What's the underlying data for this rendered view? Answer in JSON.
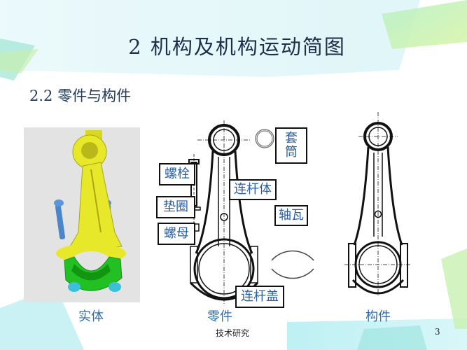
{
  "slide": {
    "title": "2 机构及机构运动简图",
    "subtitle": "2.2 零件与构件",
    "footer": "技术研究",
    "page_number": "3"
  },
  "figures": {
    "solid": {
      "caption": "实体"
    },
    "parts": {
      "caption": "零件",
      "labels": {
        "bushing": "套\n筒",
        "bolt": "螺栓",
        "washer": "垫圈",
        "nut": "螺母",
        "rod_body": "连杆体",
        "bearing_shell": "轴瓦",
        "rod_cap": "连杆盖"
      }
    },
    "component": {
      "caption": "构件"
    }
  },
  "colors": {
    "title_text": "#1f2f4a",
    "caption_blue": "#2e6db0",
    "rod_yellow": "#e8e82a",
    "cap_green": "#22c022",
    "bolt_blue": "#4a86c8",
    "nut_cyan": "#3cc0d8",
    "deco_cyan": "#9ae6e6",
    "deco_green": "#c8f0a8"
  }
}
